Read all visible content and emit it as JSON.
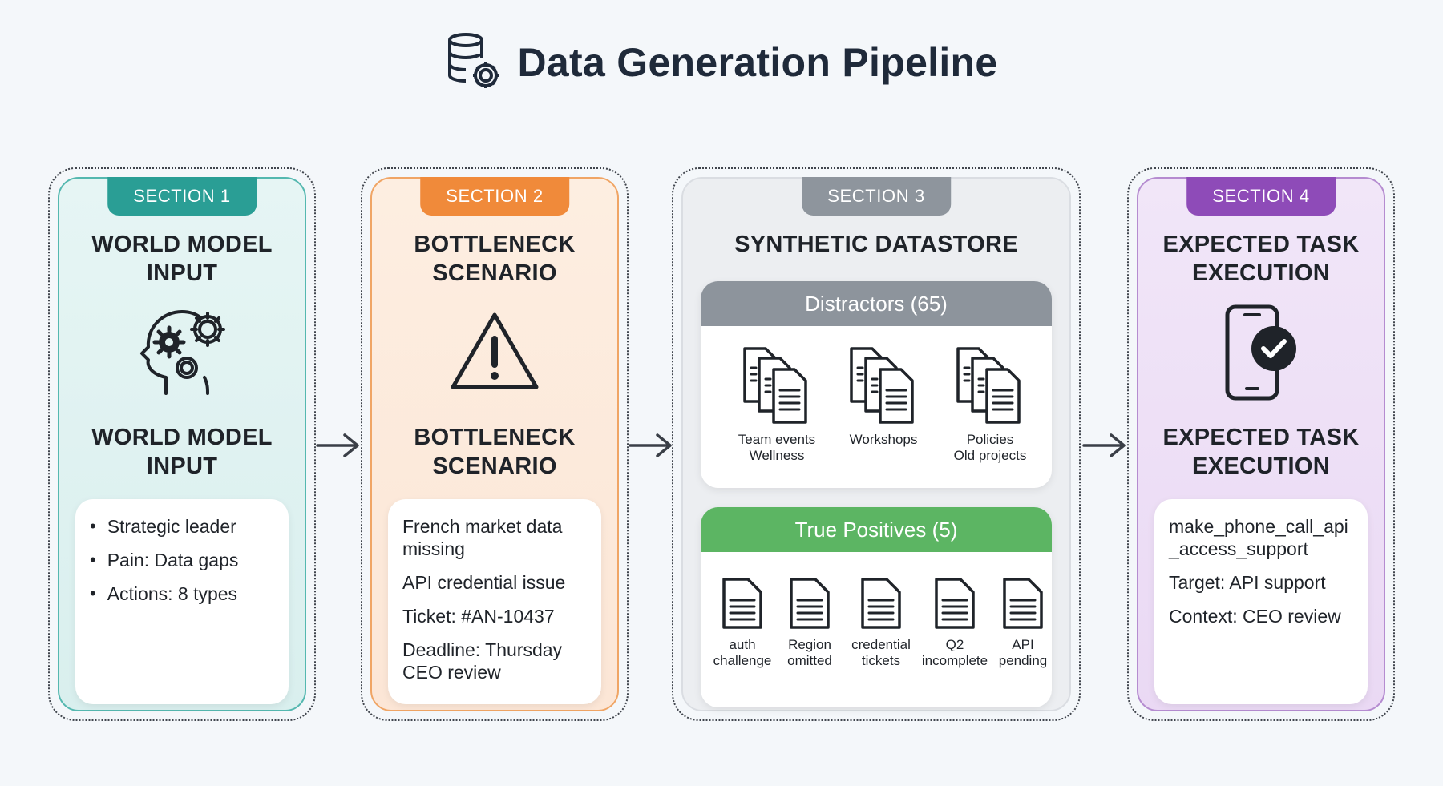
{
  "header": {
    "title": "Data Generation Pipeline",
    "icon": "database-gear-icon"
  },
  "sections": [
    {
      "tab": "SECTION 1",
      "title_line1": "WORLD MODEL",
      "title_line2": "INPUT",
      "subtitle_line1": "WORLD MODEL",
      "subtitle_line2": "INPUT",
      "icon": "head-gears-icon",
      "accent": "#2a9e95",
      "items": [
        "Strategic leader",
        "Pain: Data gaps",
        "Actions: 8 types"
      ]
    },
    {
      "tab": "SECTION 2",
      "title_line1": "BOTTLENECK",
      "title_line2": "SCENARIO",
      "subtitle_line1": "BOTTLENECK",
      "subtitle_line2": "SCENARIO",
      "icon": "warning-icon",
      "accent": "#f08a3a",
      "items": [
        "French market data missing",
        "API credential issue",
        "Ticket: #AN-10437",
        "Deadline: Thursday CEO review"
      ]
    },
    {
      "tab": "SECTION 3",
      "title": "SYNTHETIC DATASTORE",
      "accent": "#8e959d",
      "distractors": {
        "header": "Distractors (65)",
        "groups": [
          {
            "line1": "Team events",
            "line2": "Wellness"
          },
          {
            "line1": "Workshops",
            "line2": ""
          },
          {
            "line1": "Policies",
            "line2": "Old projects"
          }
        ]
      },
      "true_positives": {
        "header": "True Positives (5)",
        "accent": "#5cb563",
        "docs": [
          {
            "line1": "auth",
            "line2": "challenge"
          },
          {
            "line1": "Region",
            "line2": "omitted"
          },
          {
            "line1": "credential",
            "line2": "tickets"
          },
          {
            "line1": "Q2",
            "line2": "incomplete"
          },
          {
            "line1": "API",
            "line2": "pending"
          }
        ]
      }
    },
    {
      "tab": "SECTION 4",
      "title_line1": "EXPECTED TASK",
      "title_line2": "EXECUTION",
      "subtitle_line1": "EXPECTED TASK",
      "subtitle_line2": "EXECUTION",
      "icon": "phone-check-icon",
      "accent": "#8e4bb8",
      "items": [
        "make_phone_call_api_access_support",
        "Target: API support",
        "Context: CEO review"
      ]
    }
  ]
}
